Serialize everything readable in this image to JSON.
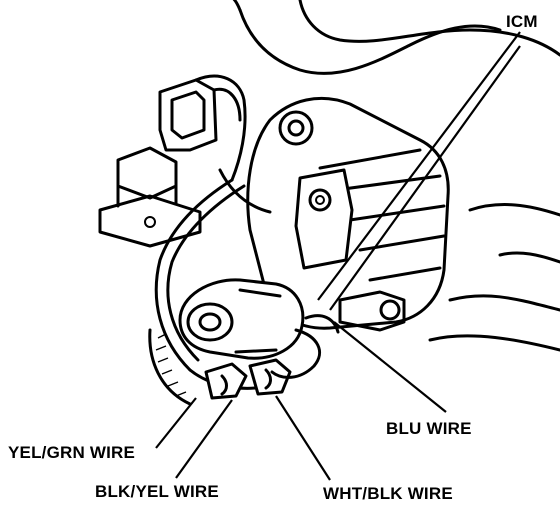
{
  "callouts": {
    "icm": "ICM",
    "blu_wire": "BLU WIRE",
    "yel_grn_wire": "YEL/GRN WIRE",
    "blk_yel_wire": "BLK/YEL WIRE",
    "wht_blk_wire": "WHT/BLK WIRE"
  },
  "colors": {
    "ink": "#000000",
    "background": "#ffffff"
  }
}
